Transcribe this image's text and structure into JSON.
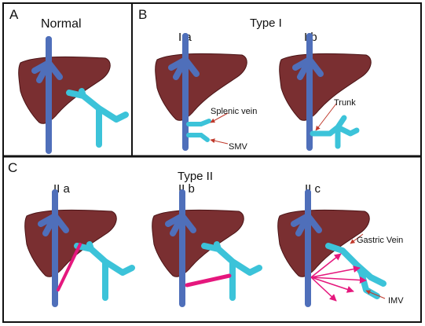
{
  "colors": {
    "liver": "#7a2f31",
    "liver_edge": "#4a1416",
    "ivc": "#4f6fba",
    "portal": "#3cc3d9",
    "shunt": "#e5177d",
    "arrow": "#c0392b",
    "frame": "#111111"
  },
  "panels": {
    "a": {
      "letter": "A",
      "title": "Normal"
    },
    "b": {
      "letter": "B",
      "title": "Type I",
      "sub_1a": "I a",
      "sub_1b": "I b"
    },
    "c": {
      "letter": "C",
      "title": "Type II",
      "sub_2a": "II a",
      "sub_2b": "II b",
      "sub_2c": "II c"
    }
  },
  "labels": {
    "splenic_vein": "Splenic vein",
    "smv": "SMV",
    "trunk": "Trunk",
    "gastric_vein": "Gastric Vein",
    "imv": "IMV"
  }
}
